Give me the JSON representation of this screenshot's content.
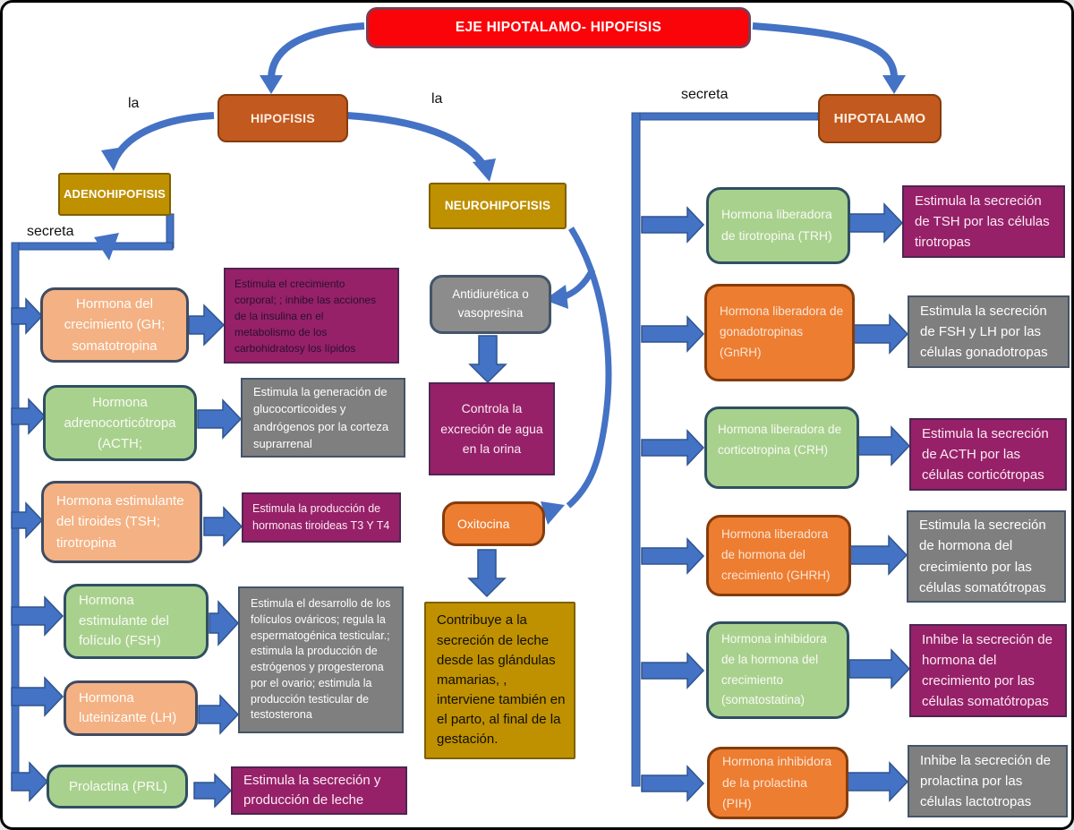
{
  "title": "EJE HIPOTALAMO- HIPOFISIS",
  "connector_labels": {
    "la_left": "la",
    "la_right": "la",
    "secreta_left": "secreta",
    "secreta_right": "secreta"
  },
  "nodes": {
    "hipofisis": "HIPOFISIS",
    "hipotalamo": "HIPOTALAMO",
    "adenohipofisis": "ADENOHIPOFISIS",
    "neurohipofisis": "NEUROHIPOFISIS"
  },
  "adenohipofisis_hormones": [
    {
      "hormone": "Hormona del crecimiento (GH; somatotropina",
      "effect": "Estimula el crecimiento corporal;  ; inhibe las acciones de la insulina en el metabolismo de los carbohidratosy los lípidos"
    },
    {
      "hormone": "Hormona adrenocorticótropa (ACTH;",
      "effect": "Estimula la generación de glucocorticoides y andrógenos por la corteza suprarrenal"
    },
    {
      "hormone": "Hormona estimulante del tiroides (TSH; tirotropina",
      "effect": "Estimula la producción de hormonas tiroideas T3 Y T4"
    },
    {
      "hormone": "Hormona estimulante del folículo (FSH)",
      "effect": "Estimula el desarrollo de los folículos ováricos; regula la espermatogénica testicular.; estimula la producción de estrógenos y progesterona por el ovario; estimula la producción testicular de testosterona"
    },
    {
      "hormone": "Hormona luteinizante (LH)"
    },
    {
      "hormone": "Prolactina (PRL)",
      "effect": "Estimula la secreción y producción de leche"
    }
  ],
  "neurohipofisis_hormones": [
    {
      "hormone": "Antidiurética o vasopresina",
      "effect": "Controla la excreción de agua en la orina"
    },
    {
      "hormone": "Oxitocina",
      "effect": "Contribuye a la secreción de leche desde las glándulas mamarias,  , interviene también en el parto, al final de la gestación."
    }
  ],
  "hipotalamo_hormones": [
    {
      "hormone": "Hormona liberadora de tirotropina (TRH)",
      "effect": "Estimula la secreción de TSH por las células tirotropas"
    },
    {
      "hormone": "Hormona liberadora de gonadotropinas (GnRH)",
      "effect": "Estimula la secreción de FSH y LH por las células gonadotropas"
    },
    {
      "hormone": "Hormona liberadora de corticotropina (CRH)",
      "effect": "Estimula la secreción de ACTH por las células corticótropas"
    },
    {
      "hormone": "Hormona liberadora de hormona del crecimiento (GHRH)",
      "effect": "Estimula la secreción de hormona del crecimiento por las células somatótropas"
    },
    {
      "hormone": "Hormona inhibidora de la hormona del crecimiento (somatostatina)",
      "effect": "Inhibe la secreción de hormona del crecimiento por las células somatótropas"
    },
    {
      "hormone": "Hormona inhibidora de la prolactina (PIH)",
      "effect": "Inhibe la secreción de prolactina por las células lactotropas"
    }
  ],
  "colors": {
    "arrow_blue": "#4472c4",
    "arrow_outline": "#2f548f",
    "title_red": "#fa0409",
    "node_rust_orange": "#c2591f",
    "gland_gold": "#bf9000",
    "hormone_peach": "#f4b183",
    "hormone_green": "#a9d18e",
    "hormone_orange": "#ed7d31",
    "effect_gray": "#7f7f7f",
    "effect_purple": "#962168"
  }
}
